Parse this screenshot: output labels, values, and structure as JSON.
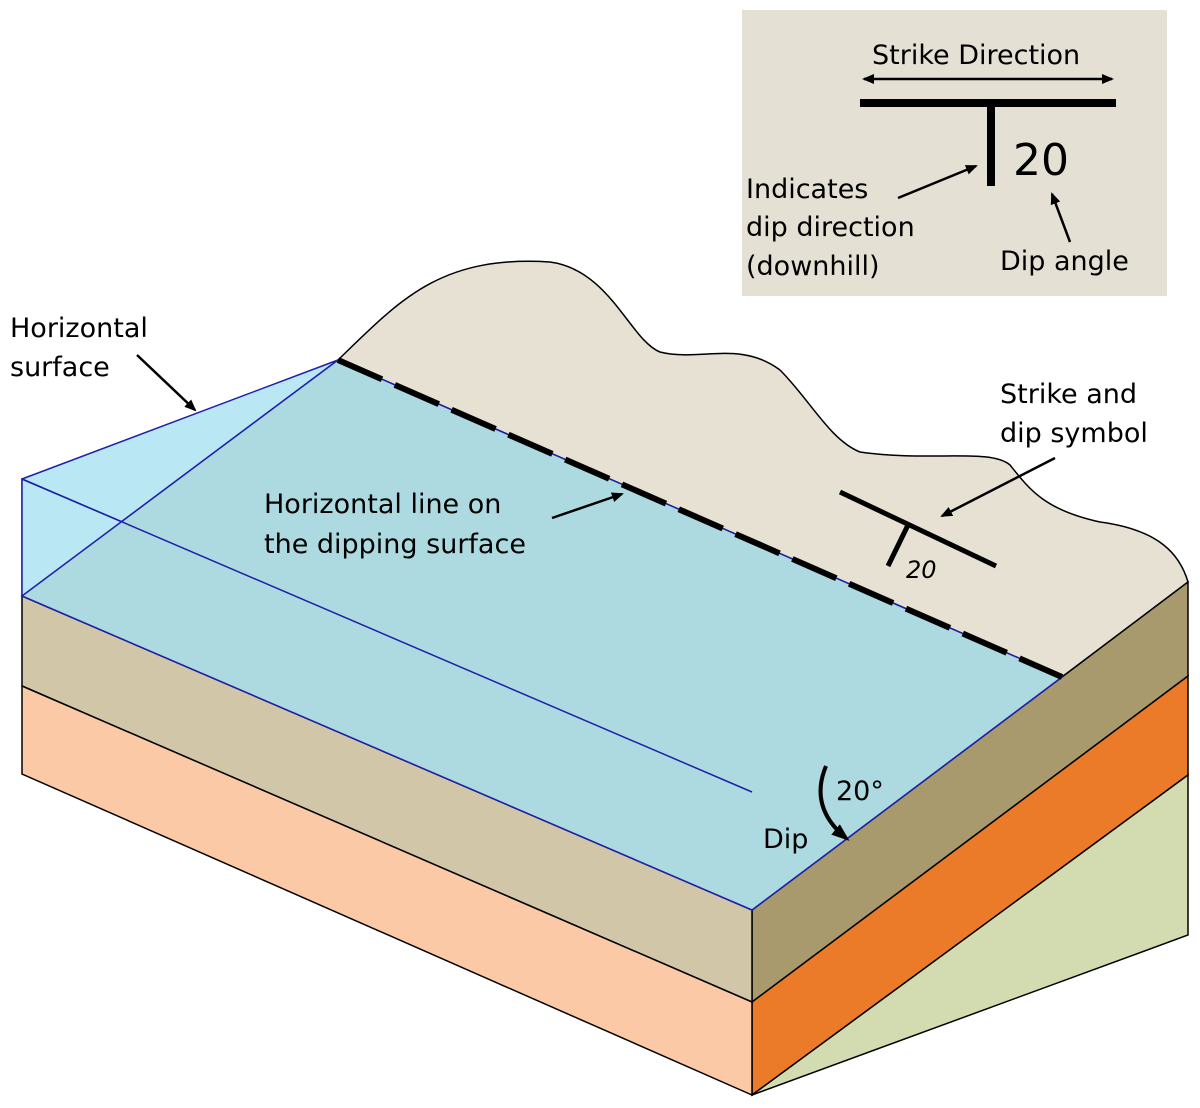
{
  "legend": {
    "strike_direction": "Strike Direction",
    "dip_value": "20",
    "dip_direction_lines": [
      "Indicates",
      "dip direction",
      "(downhill)"
    ],
    "dip_angle": "Dip angle"
  },
  "labels": {
    "horizontal_surface": [
      "Horizontal",
      "surface"
    ],
    "horizontal_line": [
      "Horizontal line on",
      "the dipping surface"
    ],
    "strike_dip_symbol": [
      "Strike and",
      "dip symbol"
    ],
    "symbol_value": "20",
    "angle": "20°",
    "dip": "Dip"
  },
  "colors": {
    "land_surface": "#e6e1d2",
    "water": "#b9e7f4",
    "dipping_plane": "#acdae0",
    "layer_tan": "#d1c7a8",
    "layer_tan_dark": "#a89a6c",
    "layer_peach": "#fbc9a6",
    "layer_orange": "#eb7b28",
    "layer_green": "#d3dcb0",
    "outline_blue": "#1f1fa8",
    "legend_bg": "#e4e0d3"
  }
}
